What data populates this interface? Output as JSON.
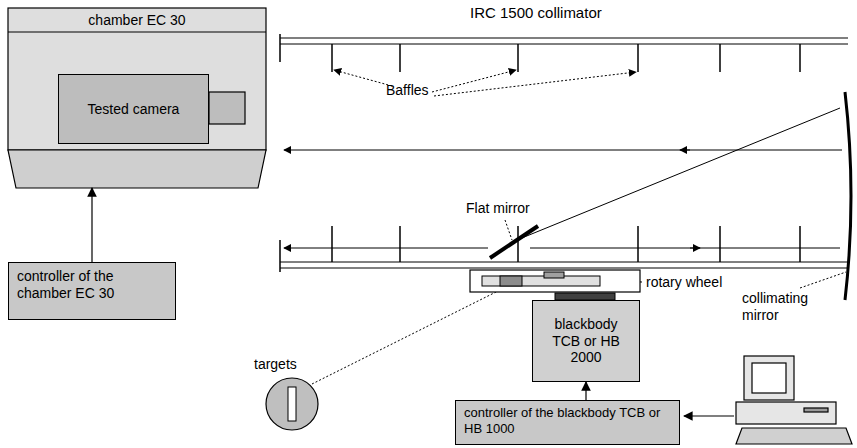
{
  "diagram": {
    "nodes": [
      {
        "text": [
          "chamber EC 30"
        ]
      },
      {
        "text": [
          "Tested camera"
        ],
        "in": 0
      },
      {
        "text": [
          "controller of the chamber EC 30"
        ]
      },
      {
        "text": [
          "blackbody TCB or HB 2000"
        ]
      },
      {
        "text": [
          "controller of the blackbody TCB or HB 1000"
        ]
      }
    ],
    "edges": [
      {
        "from": 2,
        "to": 0,
        "arrow": "to"
      },
      {
        "from": 4,
        "to": 3,
        "arrow": "to"
      }
    ],
    "labels": [
      "IRC 1500 collimator",
      "Baffles",
      "Flat mirror",
      "collimating mirror",
      "rotary wheel",
      "targets"
    ]
  }
}
